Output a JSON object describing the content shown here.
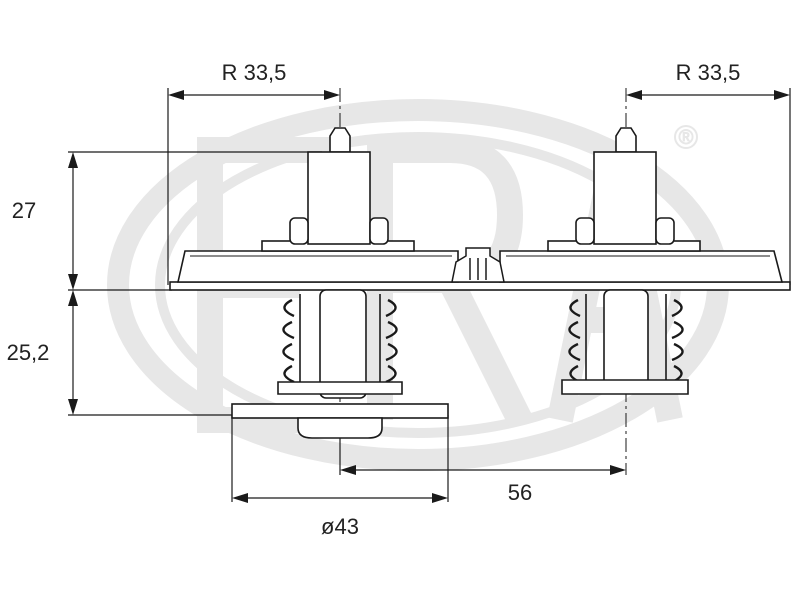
{
  "colors": {
    "line": "#1a1a1a",
    "watermark": "#e7e7e7",
    "background": "#ffffff"
  },
  "watermark": {
    "registered_mark": "®"
  },
  "dimensions": {
    "radius_left": "R 33,5",
    "radius_right": "R 33,5",
    "height_top": "27",
    "height_bottom": "25,2",
    "center_distance": "56",
    "diameter": "ø43"
  }
}
